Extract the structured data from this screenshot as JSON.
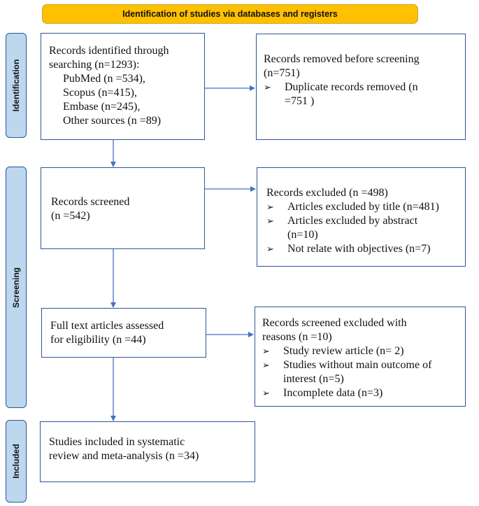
{
  "header": {
    "title": "Identification of studies via databases and registers"
  },
  "phases": {
    "identification": "Identification",
    "screening": "Screening",
    "included": "Included"
  },
  "identified": {
    "line1": "Records identified through",
    "line2": "searching (n=1293):",
    "sources": [
      "PubMed (n =534),",
      "Scopus (n=415),",
      "Embase (n=245),",
      "Other sources (n =89)"
    ]
  },
  "removed": {
    "line1": "Records removed before screening",
    "line2": "(n=751)",
    "bullet_line1": "Duplicate records removed  (n",
    "bullet_line2": "=751 )"
  },
  "screened": {
    "line1": "Records screened",
    "line2": "(n =542)"
  },
  "excluded": {
    "title": "Records excluded (n =498)",
    "item1": "Articles excluded by title (n=481)",
    "item2_line1": "Articles excluded by abstract",
    "item2_line2": "(n=10)",
    "item3": "Not relate with objectives  (n=7)"
  },
  "fulltext": {
    "line1": "Full text articles assessed",
    "line2": "for eligibility (n =44)"
  },
  "fulltext_excluded": {
    "line1": "Records screened excluded with",
    "line2": "reasons (n =10)",
    "item1": "Study review article (n= 2)",
    "item2_line1": "Studies without main outcome of",
    "item2_line2": "interest (n=5)",
    "item3": "Incomplete data (n=3)"
  },
  "included": {
    "line1": "Studies included in systematic",
    "line2": "review and meta-analysis (n =34)"
  },
  "bullet_glyph": "➢",
  "colors": {
    "header_fill": "#ffc000",
    "phase_fill": "#bdd7ee",
    "border": "#2f5597",
    "arrow": "#4472c4"
  }
}
